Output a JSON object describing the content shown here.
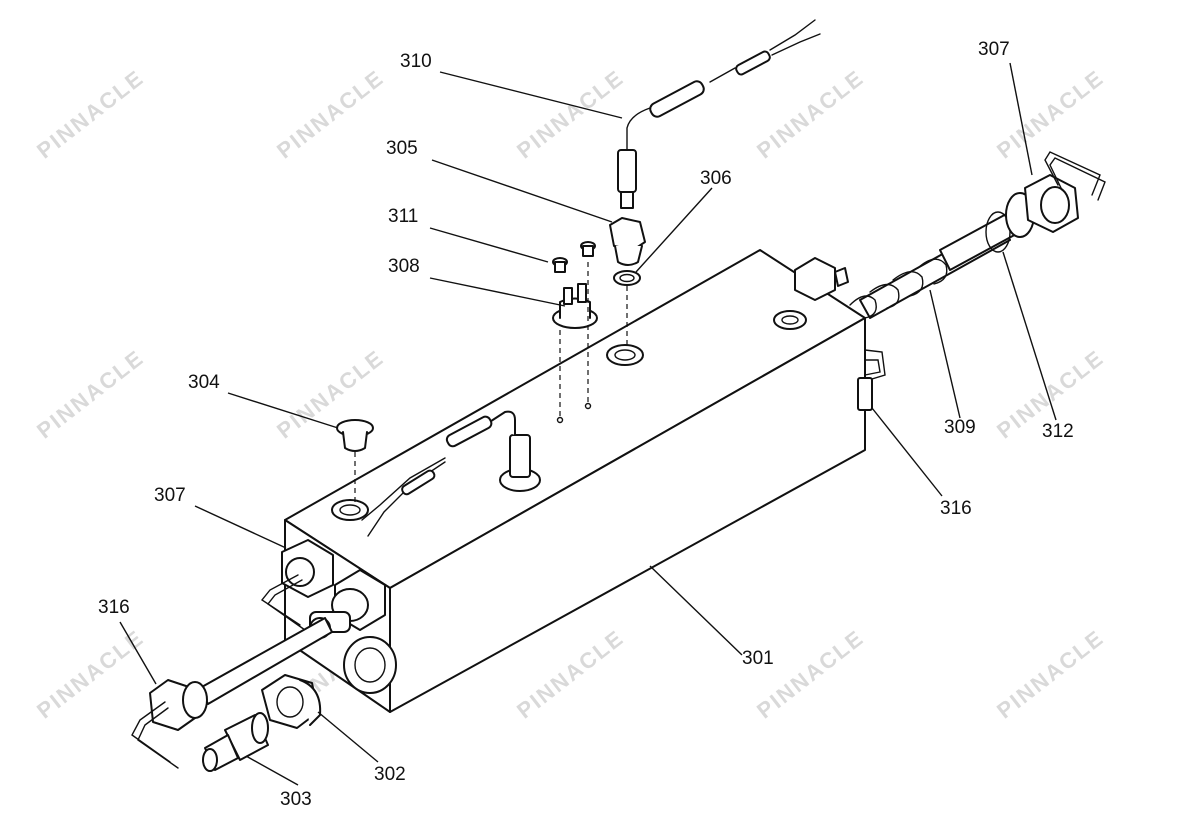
{
  "watermark": {
    "text": "PINNACLE",
    "color": "#d9d9d9"
  },
  "callouts": [
    {
      "id": "c310",
      "label": "310"
    },
    {
      "id": "c305",
      "label": "305"
    },
    {
      "id": "c306",
      "label": "306"
    },
    {
      "id": "c311",
      "label": "311"
    },
    {
      "id": "c308",
      "label": "308"
    },
    {
      "id": "c304",
      "label": "304"
    },
    {
      "id": "c307a",
      "label": "307"
    },
    {
      "id": "c307b",
      "label": "307"
    },
    {
      "id": "c316a",
      "label": "316"
    },
    {
      "id": "c316b",
      "label": "316"
    },
    {
      "id": "c309",
      "label": "309"
    },
    {
      "id": "c312",
      "label": "312"
    },
    {
      "id": "c301",
      "label": "301"
    },
    {
      "id": "c302",
      "label": "302"
    },
    {
      "id": "c303",
      "label": "303"
    }
  ],
  "colors": {
    "line": "#111111",
    "fill": "#ffffff"
  }
}
